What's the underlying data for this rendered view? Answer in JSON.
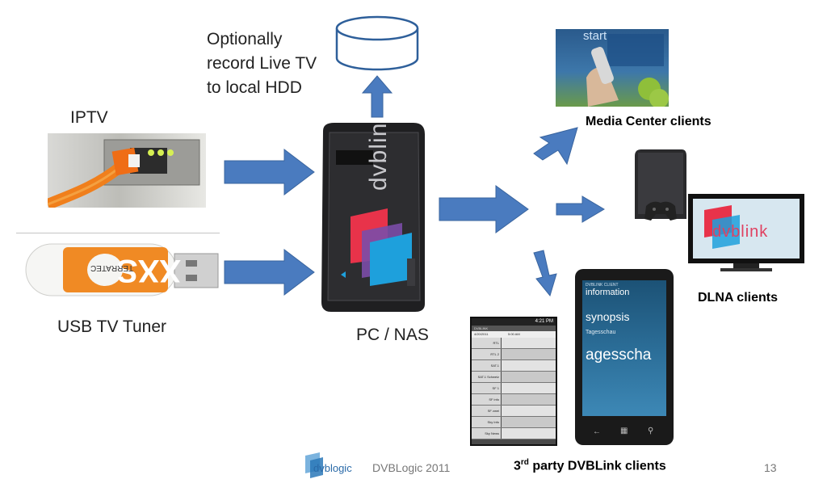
{
  "labels": {
    "record_note_line1": "Optionally",
    "record_note_line2": "record Live TV",
    "record_note_line3": "to local HDD",
    "iptv": "IPTV",
    "usb_tv_tuner": "USB TV Tuner",
    "pc_nas": "PC / NAS",
    "media_center_clients": "Media Center clients",
    "dlna_clients": "DLNA clients",
    "third_party_prefix": "3",
    "third_party_sup": "rd",
    "third_party_rest": " party DVBLink clients"
  },
  "footer": {
    "logo_text": "dvblogic",
    "copyright": "DVBLogic 2011",
    "page_number": "13"
  },
  "device_text": {
    "nas_brand": "dvblink",
    "tv_brand": "dvblink",
    "usb_stick_brand": "XXS",
    "usb_stick_maker": "TERRATEC",
    "media_center_start": "start"
  },
  "wp_phone": {
    "header": "DVBLINK CLIENT",
    "title": "information",
    "section": "synopsis",
    "line1": "Tagesschau",
    "big_text": "agesscha"
  },
  "android_phone": {
    "status_time": "4:21 PM",
    "app_title": "DVBLINK",
    "date": "4/20/2011",
    "time": "5:00 AM",
    "channels": [
      "RTL",
      "RTL 2",
      "SAT.1",
      "SAT.1 Schweiz",
      "SF 1",
      "SF info",
      "SF zwei",
      "Sky Info",
      "Sky News"
    ]
  },
  "colors": {
    "arrow": "#4a7bbf",
    "arrow_stroke": "#3a659f",
    "brand_red": "#e8334a",
    "brand_blue": "#1ea0dc"
  }
}
